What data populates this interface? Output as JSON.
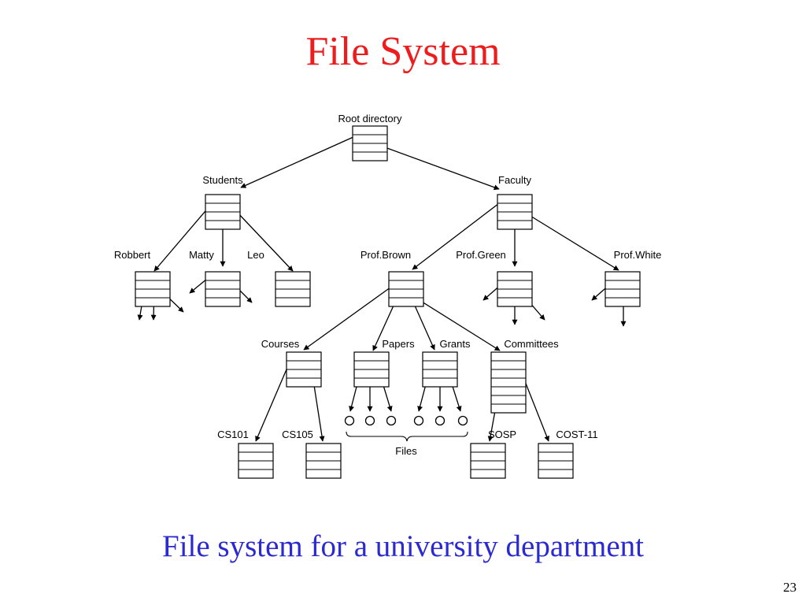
{
  "title": "File System",
  "caption": "File system for a university department",
  "page_number": "23",
  "colors": {
    "title": "#ee1c1c",
    "caption": "#2a2ad0",
    "ink": "#000000"
  },
  "diagram": {
    "nodes": {
      "root": "Root directory",
      "students": "Students",
      "faculty": "Faculty",
      "robbert": "Robbert",
      "matty": "Matty",
      "leo": "Leo",
      "prof_brown": "Prof.Brown",
      "prof_green": "Prof.Green",
      "prof_white": "Prof.White",
      "courses": "Courses",
      "papers": "Papers",
      "grants": "Grants",
      "committees": "Committees",
      "cs101": "CS101",
      "cs105": "CS105",
      "sosp": "SOSP",
      "cost11": "COST-11"
    },
    "files_label": "Files"
  }
}
